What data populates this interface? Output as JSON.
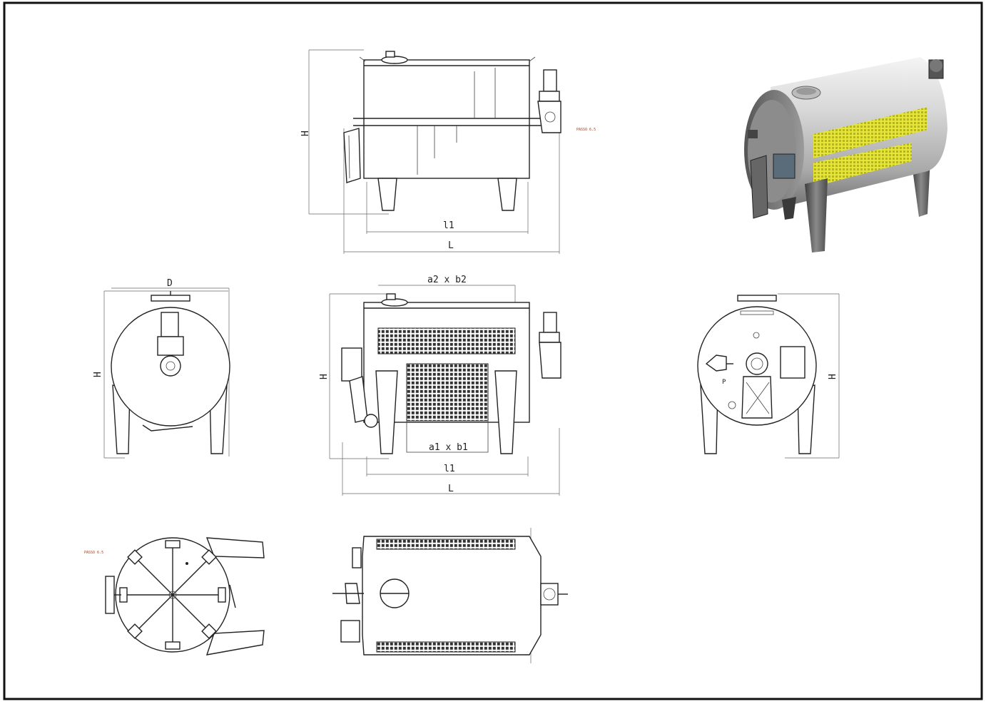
{
  "colors": {
    "border": "#111111",
    "line": "#222222",
    "panel": "#e6e63a",
    "steel_light": "#dadada",
    "steel_dark": "#6f6f6f"
  },
  "labels": {
    "H": "H",
    "l1": "l1",
    "L": "L",
    "D": "D",
    "a2b2": "a2 x b2",
    "a1b1": "a1 x b1",
    "note_top": "PASSO 6.5",
    "note_bottom": "PASSO 6.5",
    "marker_p": "P"
  }
}
